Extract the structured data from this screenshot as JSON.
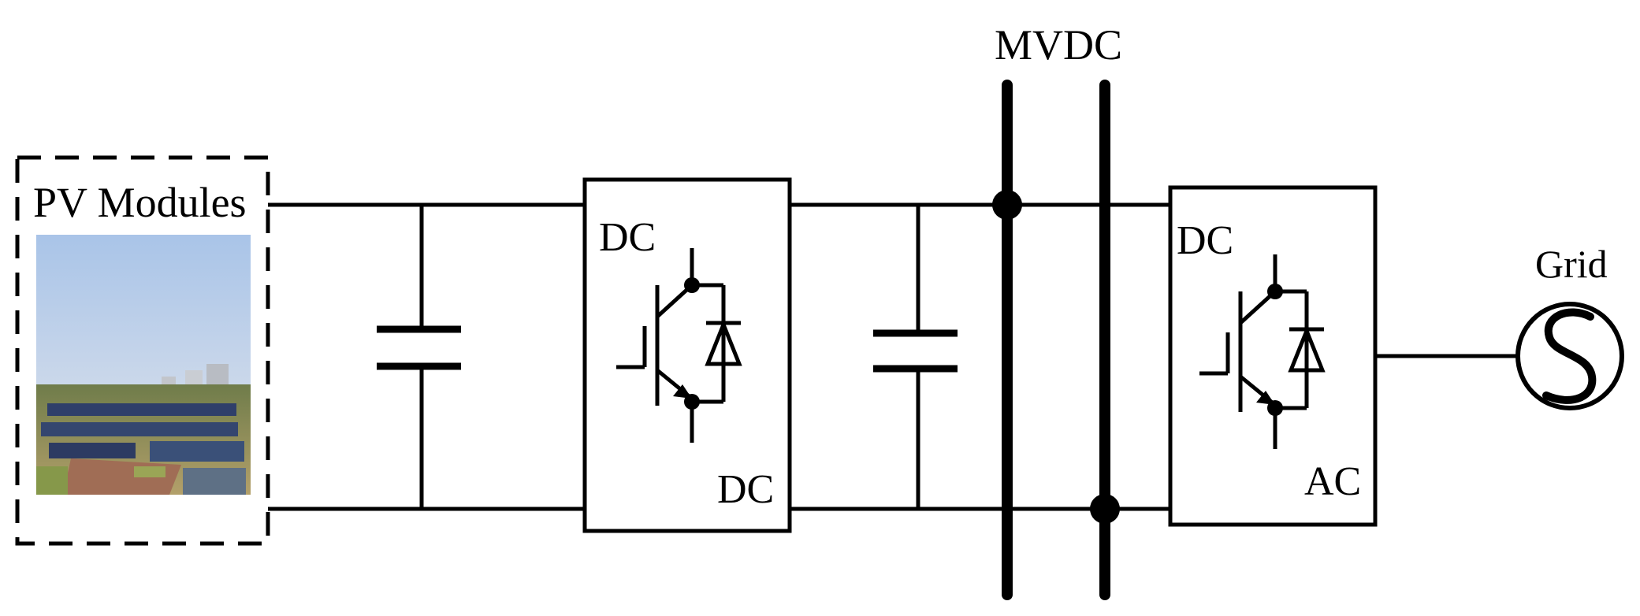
{
  "labels": {
    "pv_modules": "PV Modules",
    "conv1_input": "DC",
    "conv1_output": "DC",
    "mvdc": "MVDC",
    "conv2_input": "DC",
    "conv2_output": "AC",
    "grid": "Grid"
  },
  "colors": {
    "wire": "#000000",
    "sky_top": "#a9c4e8",
    "sky_bottom": "#dfe3ea",
    "panels": "#3b4f7a",
    "ground": "#b9a66a",
    "foliage": "#7e8e3f"
  }
}
